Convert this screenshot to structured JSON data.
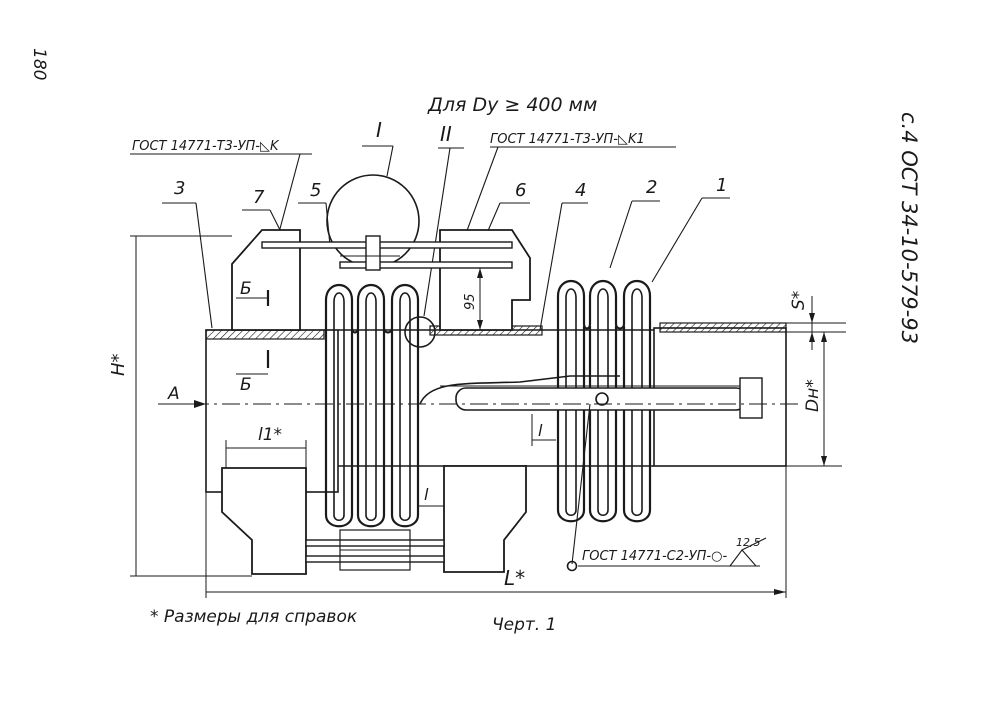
{
  "page_number": "180",
  "side_doc": "с.4 ОСТ 34-10-579-93",
  "header": "Для Dу ≥ 400 мм",
  "weld_left": "ГОСТ 14771-Т3-УП-◺K",
  "weld_right": "ГОСТ 14771-Т3-УП-◺K1",
  "weld_bottom": "ГОСТ 14771-С2-УП-○-",
  "roughness": "12,5",
  "callouts": {
    "detail_1": "I",
    "detail_2": "II",
    "p1": "1",
    "p2": "2",
    "p3": "3",
    "p4": "4",
    "p5": "5",
    "p6": "6",
    "p7": "7"
  },
  "section": "Б",
  "view": "A",
  "dims": {
    "H": "H*",
    "L": "L*",
    "l1": "l1*",
    "l": "l",
    "d95": "95",
    "S": "S*",
    "Dn": "Dн*"
  },
  "footnote": "* Размеры для справок",
  "caption": "Черт. 1"
}
